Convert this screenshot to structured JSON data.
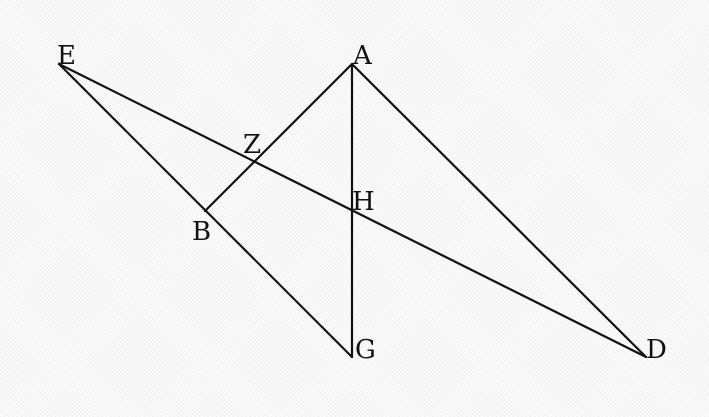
{
  "diagram": {
    "points": [
      {
        "id": "E",
        "label": "E"
      },
      {
        "id": "A",
        "label": "A"
      },
      {
        "id": "Z",
        "label": "Z"
      },
      {
        "id": "H",
        "label": "H"
      },
      {
        "id": "B",
        "label": "B"
      },
      {
        "id": "G",
        "label": "G"
      },
      {
        "id": "D",
        "label": "D"
      }
    ],
    "segments": [
      {
        "from": "E",
        "to": "D"
      },
      {
        "from": "E",
        "to": "G"
      },
      {
        "from": "A",
        "to": "G"
      },
      {
        "from": "A",
        "to": "D"
      },
      {
        "from": "A",
        "to": "B"
      }
    ],
    "line_color": "#111111"
  }
}
